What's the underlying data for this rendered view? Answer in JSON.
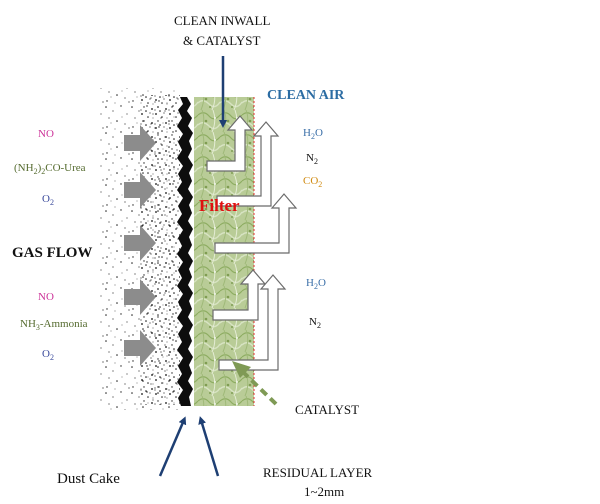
{
  "top_label": {
    "line1": "CLEAN INWALL",
    "line2": "& CATALYST"
  },
  "clean_air": "CLEAN AIR",
  "gas_flow": "GAS FLOW",
  "filter": "Filter",
  "inlet_group_1": [
    {
      "text": "NO"
    },
    {
      "base": "(NH",
      "sub1": "2",
      "mid": ")",
      "sub2": "2",
      "tail": "CO-Urea"
    },
    {
      "base": "O",
      "sub": "2"
    }
  ],
  "inlet_group_2": [
    {
      "text": "NO"
    },
    {
      "base": "NH",
      "sub": "3",
      "tail": "-Ammonia"
    },
    {
      "base": "O",
      "sub": "2"
    }
  ],
  "outlet_group_1": [
    {
      "base": "H",
      "sub": "2",
      "tail": "O"
    },
    {
      "base": "N",
      "sub": "2"
    },
    {
      "base": "CO",
      "sub": "2"
    }
  ],
  "outlet_group_2": [
    {
      "base": "H",
      "sub": "2",
      "tail": "O"
    },
    {
      "base": "N",
      "sub": "2"
    }
  ],
  "catalyst": "CATALYST",
  "dust_cake": "Dust Cake",
  "residual": {
    "line1": "RESIDUAL LAYER",
    "line2": "1~2mm"
  },
  "colors": {
    "no": "#cc3399",
    "urea": "#556b2f",
    "ammonia": "#556b2f",
    "o2": "#3a4a9c",
    "h2o": "#3a6fa8",
    "n2": "#111111",
    "co2": "#d08a10",
    "filter": "#e01010",
    "clean_air": "#2b6ca3",
    "arrow_blue": "#1e3f73",
    "gray_arrow": "#8c8c8c",
    "catalyst_arrow": "#7f9a55"
  }
}
